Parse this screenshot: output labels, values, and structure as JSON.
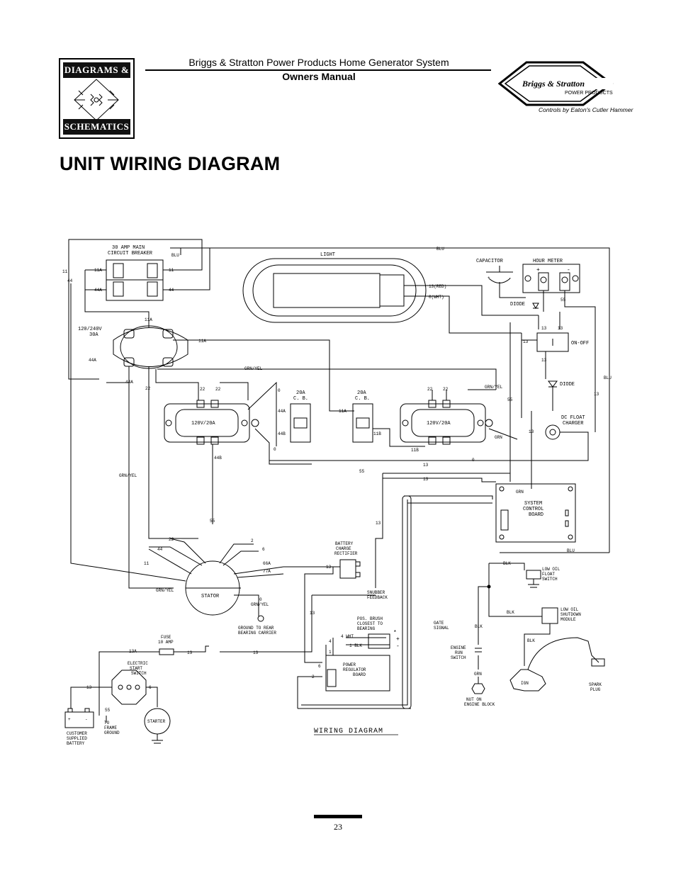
{
  "header": {
    "logo_top": "DIAGRAMS &",
    "logo_bottom": "SCHEMATICS",
    "title": "Briggs & Stratton Power Products Home Generator System",
    "subtitle": "Owners Manual",
    "brand_name": "Briggs & Stratton",
    "brand_tagline": "POWER PRODUCTS",
    "brand_controls": "Controls by Eaton's Cutler Hammer"
  },
  "page_title": "UNIT WIRING DIAGRAM",
  "diagram": {
    "caption": "WIRING DIAGRAM",
    "components": {
      "main_breaker": "30 AMP MAIN\nCIRCUIT BREAKER",
      "main_breaker_l1": "30 AMP MAIN",
      "main_breaker_l2": "CIRCUIT BREAKER",
      "light": "LIGHT",
      "capacitor": "CAPACITOR",
      "hour_meter": "HOUR METER",
      "diode1": "DIODE",
      "on_off": "ON-OFF",
      "diode2": "DIODE",
      "dc_float_l1": "DC FLOAT",
      "dc_float_l2": "CHARGER",
      "receptacle_30a_l1": "120/240V",
      "receptacle_30a_l2": "30A",
      "recep_left": "120V/20A",
      "recep_right": "120V/20A",
      "cb_left_l1": "20A",
      "cb_left_l2": "C. B.",
      "cb_right_l1": "20A",
      "cb_right_l2": "C. B.",
      "scb_l1": "SYSTEM",
      "scb_l2": "CONTROL",
      "scb_l3": "BOARD",
      "battery_rect_l1": "BATTERY",
      "battery_rect_l2": "CHARGE",
      "battery_rect_l3": "RECTIFIER",
      "stator": "STATOR",
      "grn_yel_ground": "GRN/YEL",
      "ground_rear_l1": "GROUND TO REAR",
      "ground_rear_l2": "BEARING CARRIER",
      "snubber_l1": "SNUBBER",
      "snubber_l2": "FEEDBACK",
      "pos_brush_l1": "POS. BRUSH",
      "pos_brush_l2": "CLOSEST TO",
      "pos_brush_l3": "BEARING",
      "gate_l1": "GATE",
      "gate_l2": "SIGNAL",
      "prb_l1": "POWER",
      "prb_l2": "REGULATOR",
      "prb_l3": "BOARD",
      "fuse_l1": "FUSE",
      "fuse_l2": "10 AMP",
      "start_switch_l1": "ELECTRIC",
      "start_switch_l2": "START",
      "start_switch_l3": "SWITCH",
      "starter": "STARTER",
      "battery_l1": "CUSTOMER",
      "battery_l2": "SUPPLIED",
      "battery_l3": "BATTERY",
      "frame_l1": "TO",
      "frame_l2": "FRAME",
      "frame_l3": "GROUND",
      "low_oil_float_l1": "LOW OIL",
      "low_oil_float_l2": "FLOAT",
      "low_oil_float_l3": "SWITCH",
      "low_oil_mod_l1": "LOW OIL",
      "low_oil_mod_l2": "SHUTDOWN",
      "low_oil_mod_l3": "MODULE",
      "engine_run_l1": "ENGINE",
      "engine_run_l2": "RUN",
      "engine_run_l3": "SWITCH",
      "nut_l1": "NUT ON",
      "nut_l2": "ENGINE BLOCK",
      "spark_l1": "SPARK",
      "spark_l2": "PLUG",
      "ign": "IGN"
    },
    "wires": {
      "blu": "BLU",
      "grn": "GRN",
      "blk": "BLK",
      "wht": "WHT",
      "grn_yel": "GRN/YEL",
      "w11": "11",
      "w11a": "11A",
      "w11b": "11B",
      "w13": "13",
      "w13a": "13A",
      "w13red": "13(RED)",
      "w0wht": "0(WHT)",
      "w22": "22",
      "w44": "44",
      "w44a": "44A",
      "w44b": "44B",
      "w0": "0",
      "w55": "55",
      "w2": "2",
      "w6": "6",
      "w66a": "66A",
      "w77a": "77A",
      "w4wht": "4 WHT",
      "w1blk": "1 BLK",
      "w4": "4",
      "w1": "1",
      "plus": "+",
      "minus": "-",
      "star": "*"
    }
  },
  "footer": {
    "page_number": "23"
  }
}
